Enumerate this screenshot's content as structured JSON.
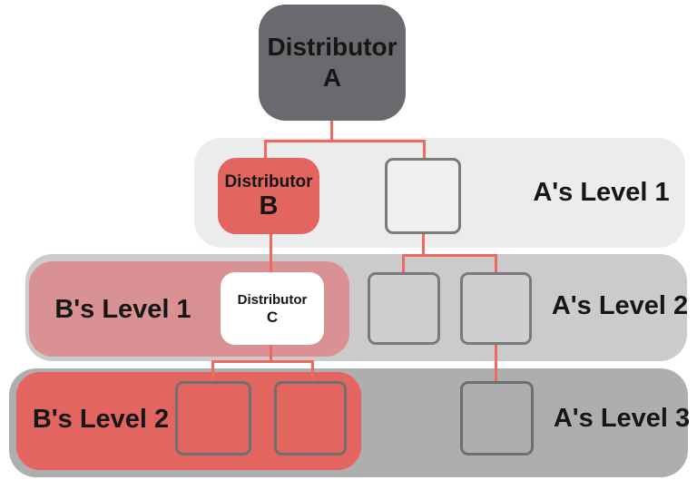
{
  "colors": {
    "canvas_bg": "#ffffff",
    "node_dark": "#6a6a6e",
    "band_l1": "#ececec",
    "band_l2": "#cbcbcb",
    "band_l3": "#aeaeae",
    "band_b1_pink": "#da9193",
    "red": "#e2655f",
    "white": "#ffffff",
    "connector": "#ee6a60",
    "slot_border_light": "#7a7a7a",
    "slot_border_dark": "#6f6f6f",
    "text": "#161616"
  },
  "nodes": {
    "distributor_a": {
      "line1": "Distributor",
      "line2": "A"
    },
    "distributor_b": {
      "line1": "Distributor",
      "line2": "B"
    },
    "distributor_c": {
      "line1": "Distributor",
      "line2": "C"
    }
  },
  "bands": {
    "a_level_1": {
      "label": "A's Level 1"
    },
    "a_level_2": {
      "label": "A's Level 2"
    },
    "a_level_3": {
      "label": "A's Level 3"
    },
    "b_level_1": {
      "label": "B's Level 1"
    },
    "b_level_2": {
      "label": "B's Level 2"
    }
  }
}
